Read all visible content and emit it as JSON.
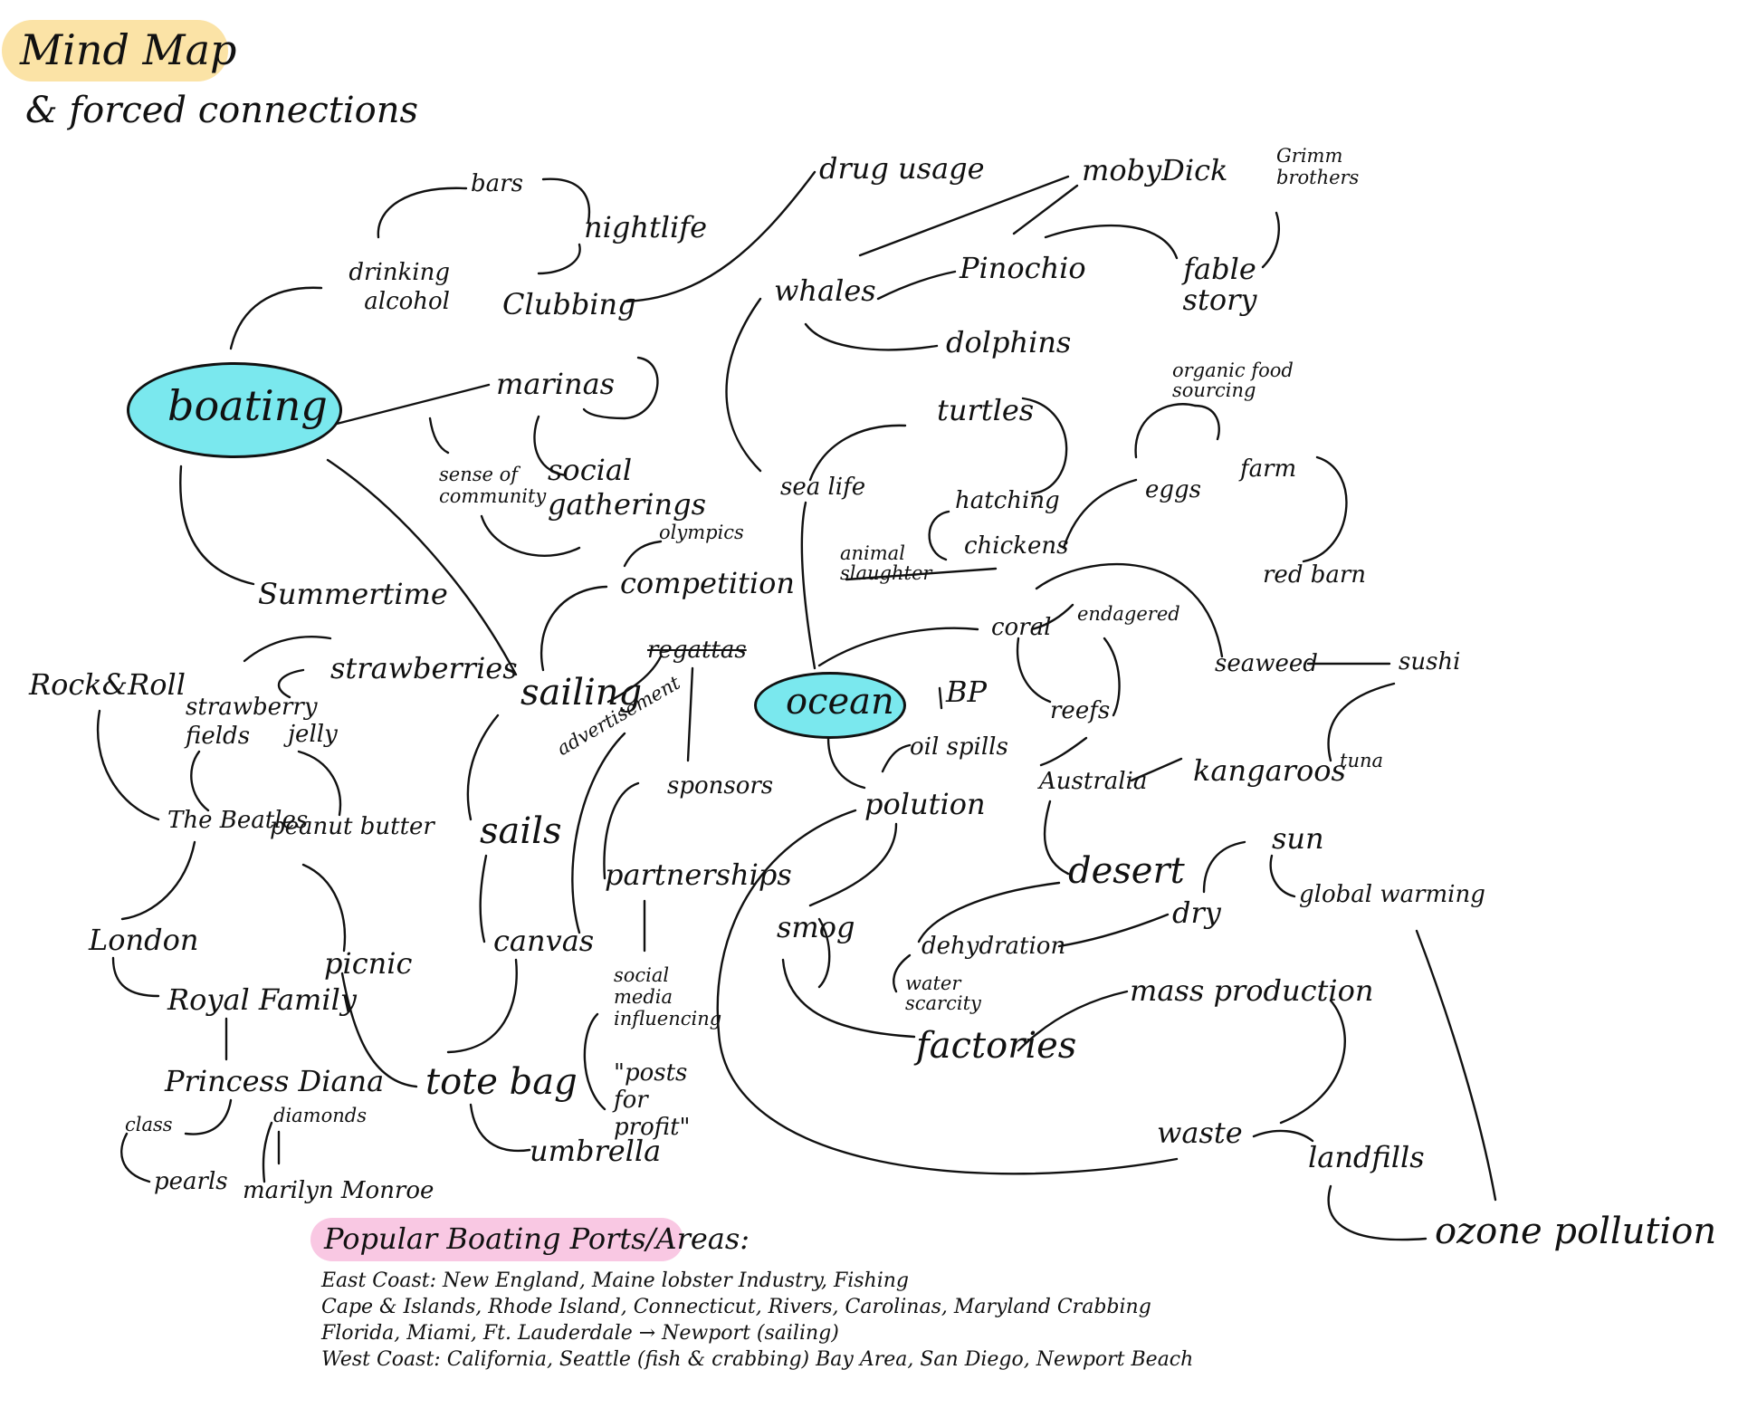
{
  "title": "Mind Map",
  "subtitle": "& forced connections",
  "colors": {
    "title_highlight": "#fbe3a6",
    "node_fill": "#7ae8ee",
    "ports_highlight": "#f9c8e3",
    "ink": "#111111"
  },
  "nodes": {
    "boating": "boating",
    "ocean": "ocean",
    "bars": "bars",
    "nightlife": "nightlife",
    "drinking_alcohol": "drinking alcohol",
    "clubbing": "Clubbing",
    "drug_usage": "drug usage",
    "moby_dick": "mobyDick",
    "grimm_brothers": "Grimm brothers",
    "whales": "whales",
    "pinochio": "Pinochio",
    "fable_story": "fable story",
    "dolphins": "dolphins",
    "marinas": "marinas",
    "sense_of_community": "sense of community",
    "social_gatherings": "social gatherings",
    "turtles": "turtles",
    "organic_food_sourcing": "organic food sourcing",
    "sea_life": "sea life",
    "hatching": "hatching",
    "eggs": "eggs",
    "farm": "farm",
    "chickens": "chickens",
    "animal_slaughter": "animal slaughter",
    "red_barn": "red barn",
    "olympics": "olympics",
    "competition": "competition",
    "summertime": "Summertime",
    "coral": "coral",
    "endangered": "endagered",
    "regattas": "regattas",
    "seaweed": "seaweed",
    "sushi": "sushi",
    "rock_roll": "Rock&Roll",
    "strawberries": "strawberries",
    "strawberry_fields": "strawberry fields",
    "jelly": "jelly",
    "sailing": "sailing",
    "bp": "BP",
    "reefs": "reefs",
    "oil_spills": "oil spills",
    "advertisement": "advertisement",
    "australia": "Australia",
    "kangaroos": "kangaroos",
    "tuna": "tuna",
    "the_beatles": "The Beatles",
    "peanut_butter": "peanut butter",
    "sails": "sails",
    "sponsors": "sponsors",
    "polution": "polution",
    "sun": "sun",
    "desert": "desert",
    "partnerships": "partnerships",
    "global_warming": "global warming",
    "london": "London",
    "picnic": "picnic",
    "canvas": "canvas",
    "smog": "smog",
    "dry": "dry",
    "dehydration": "dehydration",
    "social_media_influencing": "social media influencing",
    "water_scarcity": "water scarcity",
    "mass_production": "mass production",
    "royal_family": "Royal Family",
    "factories": "factories",
    "princess_diana": "Princess Diana",
    "tote_bag": "tote bag",
    "posts_for_profit": "\"posts for profit\"",
    "diamonds": "diamonds",
    "class": "class",
    "waste": "waste",
    "landfills": "landfills",
    "umbrella": "umbrella",
    "pearls": "pearls",
    "marilyn_monroe": "marilyn Monroe",
    "ozone_pollution": "ozone pollution"
  },
  "ports": {
    "heading": "Popular Boating Ports/Areas:",
    "lines": [
      "East Coast: New England, Maine lobster Industry, Fishing",
      "Cape & Islands, Rhode Island, Connecticut, Rivers, Carolinas, Maryland Crabbing",
      "Florida, Miami, Ft. Lauderdale → Newport (sailing)",
      "West Coast: California, Seattle (fish & crabbing) Bay Area, San Diego, Newport Beach"
    ]
  }
}
